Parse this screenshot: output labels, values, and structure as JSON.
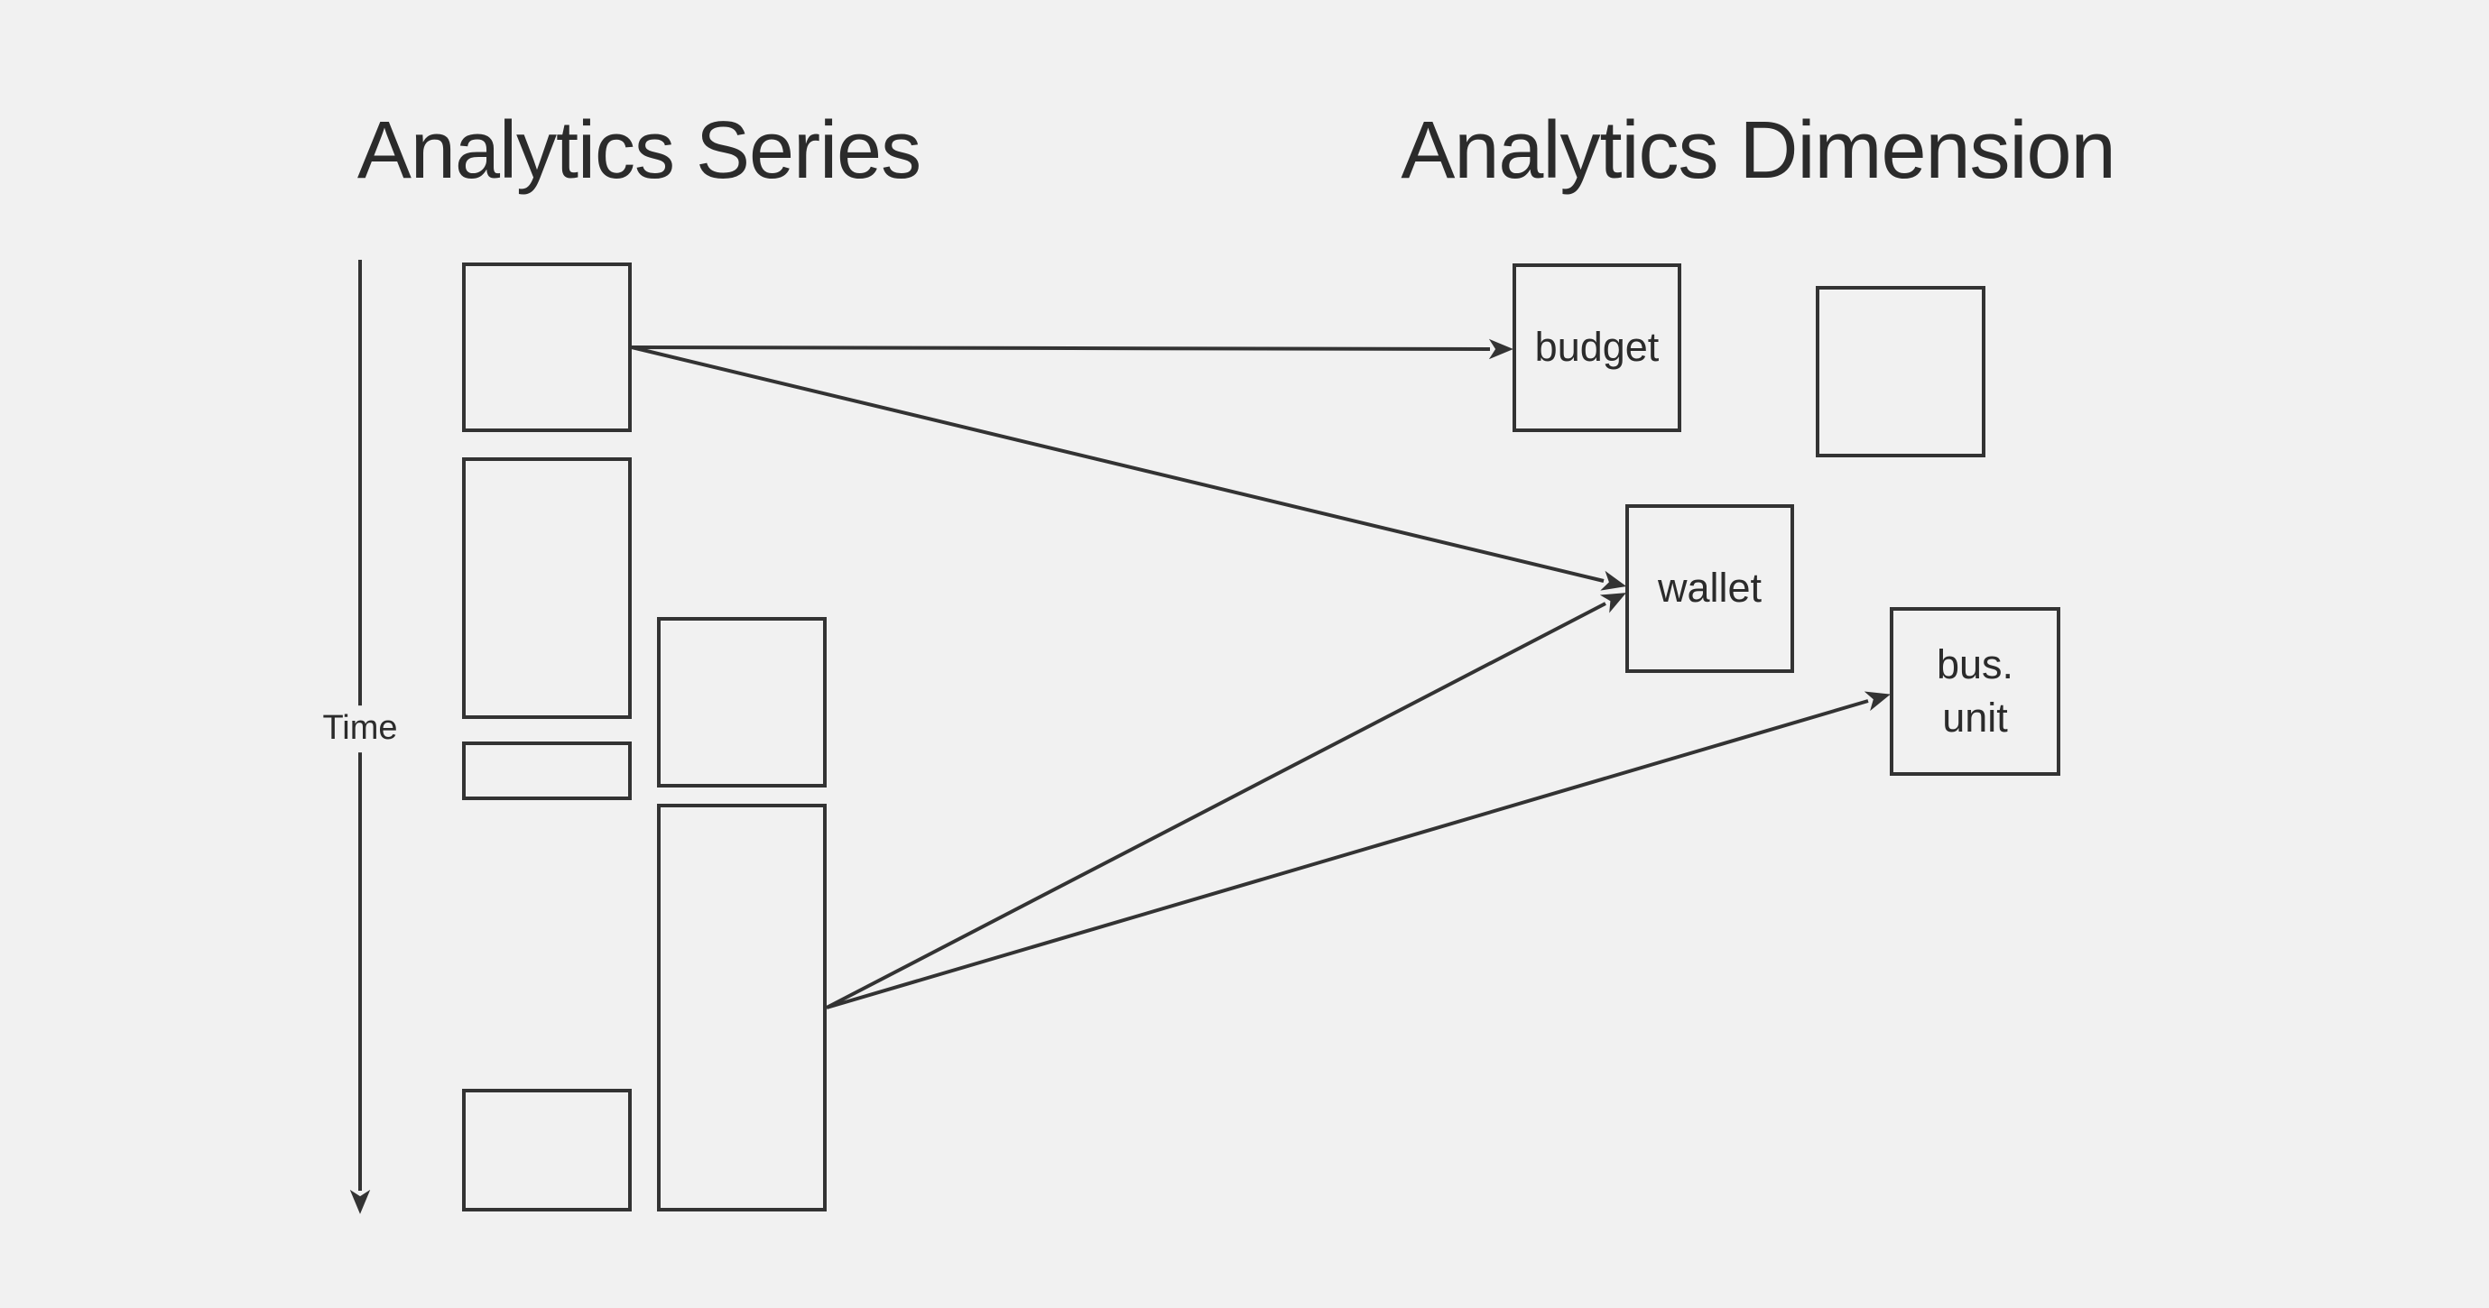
{
  "titles": {
    "left": "Analytics Series",
    "right": "Analytics Dimension"
  },
  "time_axis": {
    "label": "Time"
  },
  "nodes": {
    "budget": {
      "label": "budget"
    },
    "wallet": {
      "label": "wallet"
    },
    "bus_unit": {
      "line1": "bus.",
      "line2": "unit"
    }
  },
  "edges": [
    {
      "from": "series-box-1",
      "to": "budget"
    },
    {
      "from": "series-box-1",
      "to": "wallet"
    },
    {
      "from": "series-box-5",
      "to": "wallet"
    },
    {
      "from": "series-box-5",
      "to": "bus-unit"
    }
  ],
  "colors": {
    "background": "#f1f1f1",
    "line": "#333333",
    "text": "#2b2b2b"
  }
}
